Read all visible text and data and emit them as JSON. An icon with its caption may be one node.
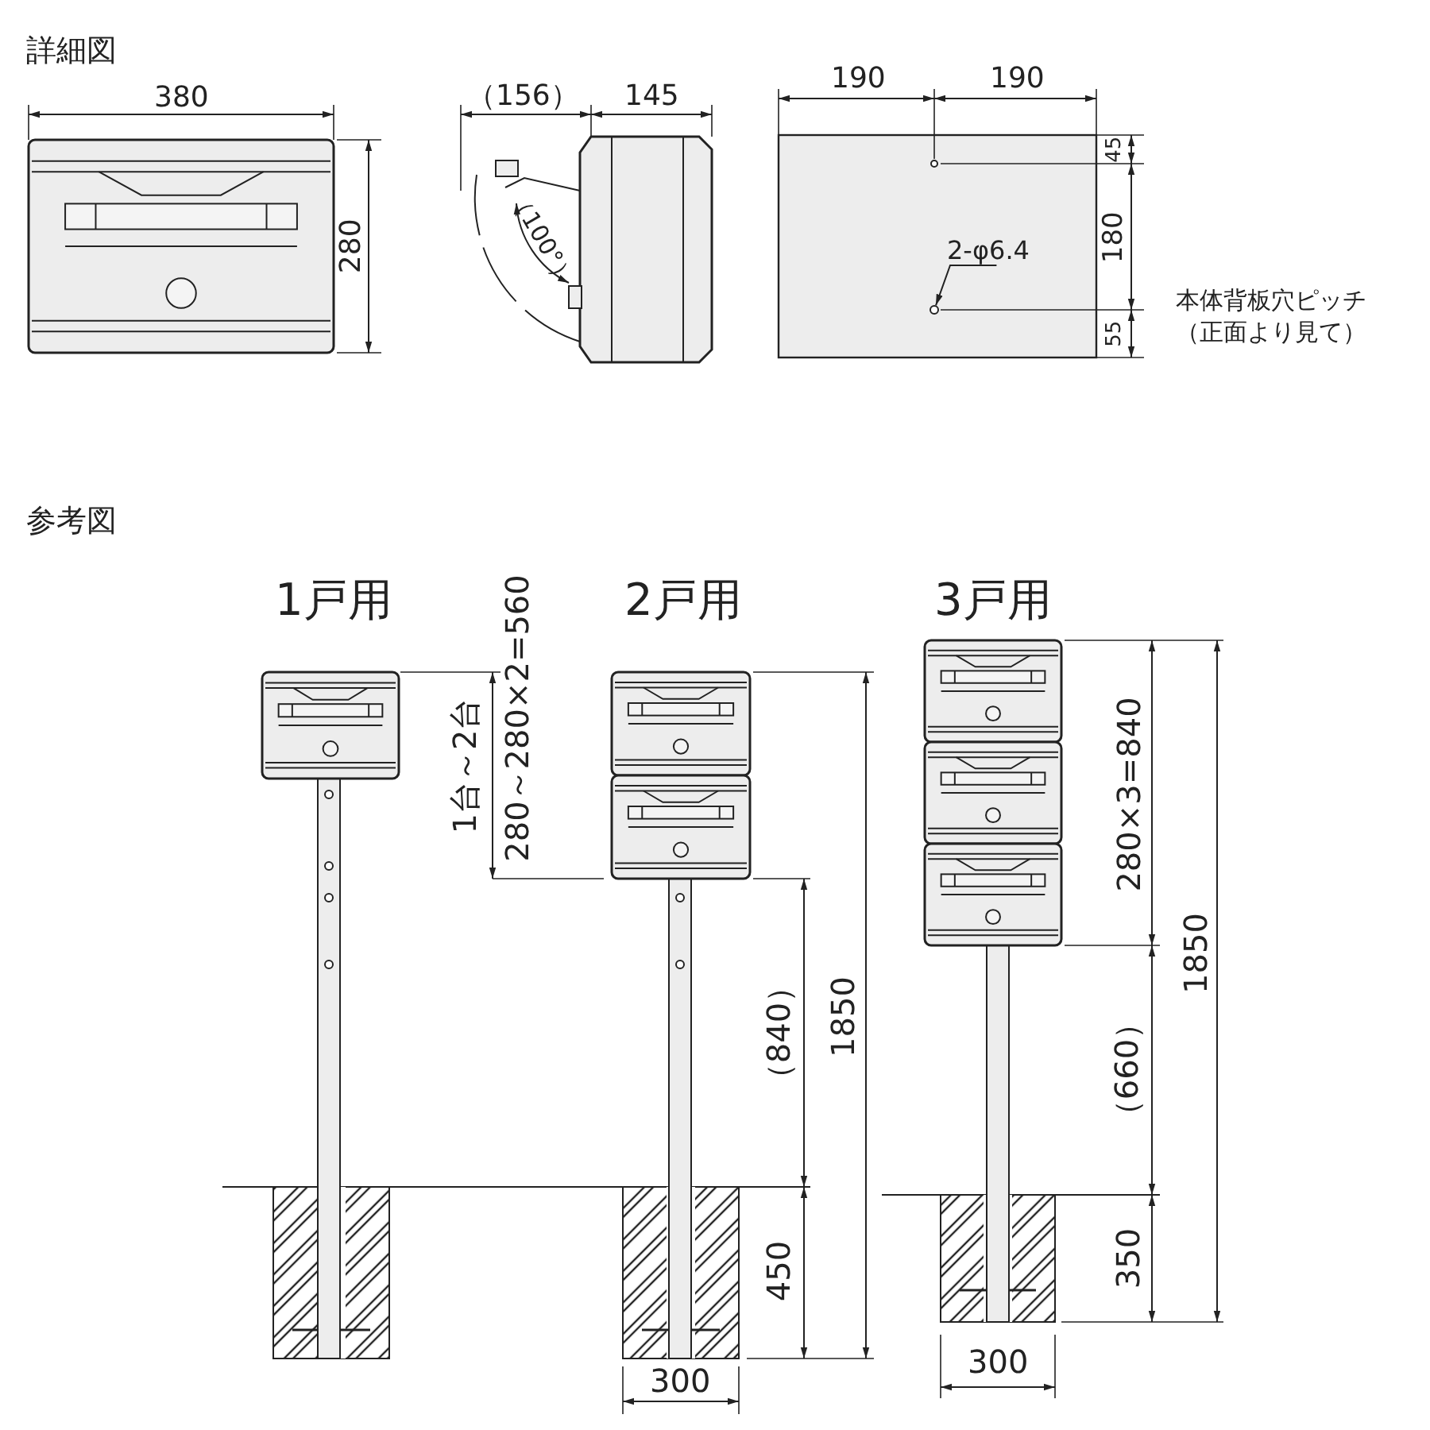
{
  "diagram": {
    "nodes": [
      {
        "text": [
          "2-φ6.4"
        ]
      },
      {
        "text": [],
        "shape": "circle"
      }
    ],
    "edges": [
      {
        "from": 0,
        "to": 1,
        "arrow": "to"
      }
    ],
    "labels": [
      "詳細図",
      "380",
      "280",
      "（156）",
      "145",
      "（100°）",
      "190",
      "190",
      "45",
      "180",
      "55",
      "本体背板穴ピッチ（正面より見て）",
      "参考図",
      "1戸用",
      "2戸用",
      "3戸用",
      "1台～2台",
      "280～280×2=560",
      "280×3=840",
      "（840）",
      "1850",
      "（660）",
      "1850",
      "450",
      "350",
      "300",
      "300"
    ]
  }
}
